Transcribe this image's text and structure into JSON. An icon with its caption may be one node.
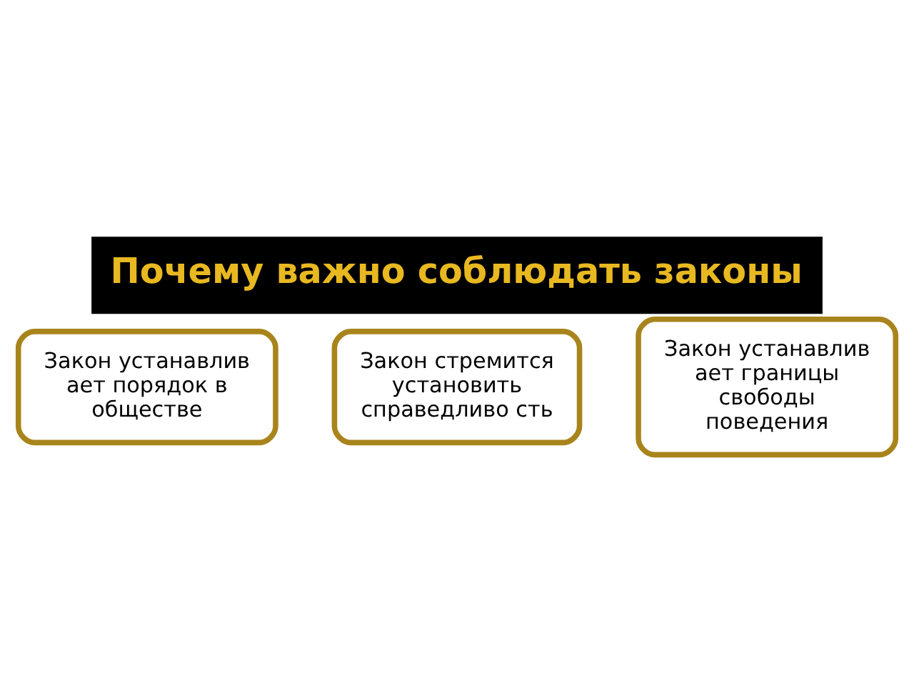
{
  "diagram": {
    "title": "Почему важно соблюдать законы",
    "nodes": [
      {
        "text": [
          "Закон устанавлив ает порядок в обществе"
        ]
      },
      {
        "text": [
          "Закон стремится установить справедливо сть"
        ]
      },
      {
        "text": [
          "Закон устанавлив ает границы свободы поведения"
        ]
      }
    ]
  }
}
